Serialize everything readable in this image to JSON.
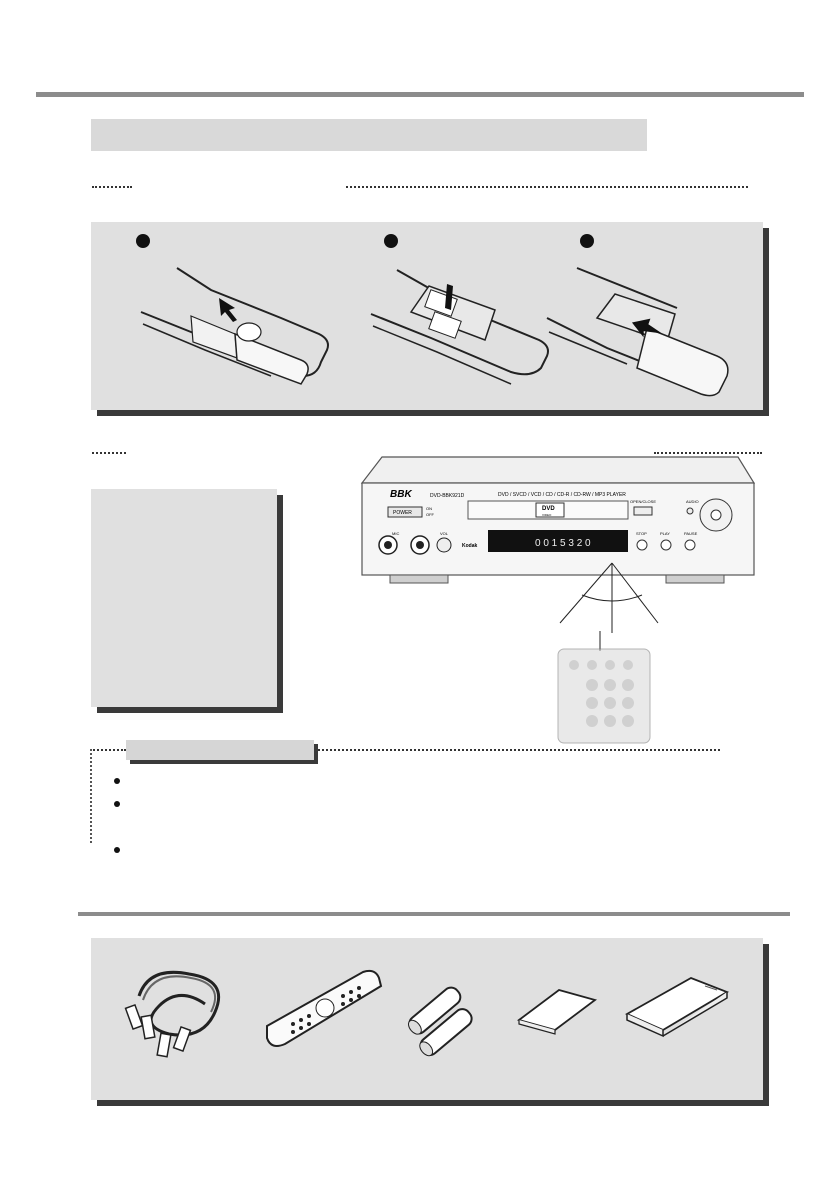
{
  "player": {
    "brand": "BBK",
    "model": "DVD-BBK921D",
    "formats": "DVD / SVCD / VCD / CD / CD-R / CD-RW / MP3  PLAYER",
    "power_label": "POWER",
    "on_label": "ON",
    "off_label": "OFF",
    "mic_label": "MIC",
    "vol_label": "VOL",
    "display_readout": "0 0 1 5 3 2 0",
    "open_close_label": "OPEN/CLOSE",
    "audio_label": "AUDIO",
    "stop_label": "STOP",
    "play_label": "PLAY",
    "pause_label": "PAUSE",
    "dvd_logo": "DVD",
    "dvd_logo_sub": "VIDEO",
    "kodak_label": "Kodak"
  },
  "colors": {
    "panel": "#e0e0e0",
    "shadow": "#3a3a3a",
    "rule": "#8c8c8c",
    "heading_bar": "#d9d9d9"
  },
  "icons": {
    "step_markers": "filled-circle",
    "battery_arrow": "arrow-icon",
    "remote_sensor": "remote-range-diagram",
    "accessories": [
      "av-cable-icon",
      "remote-control-icon",
      "batteries-icon",
      "booklet-icon",
      "manual-icon"
    ]
  }
}
